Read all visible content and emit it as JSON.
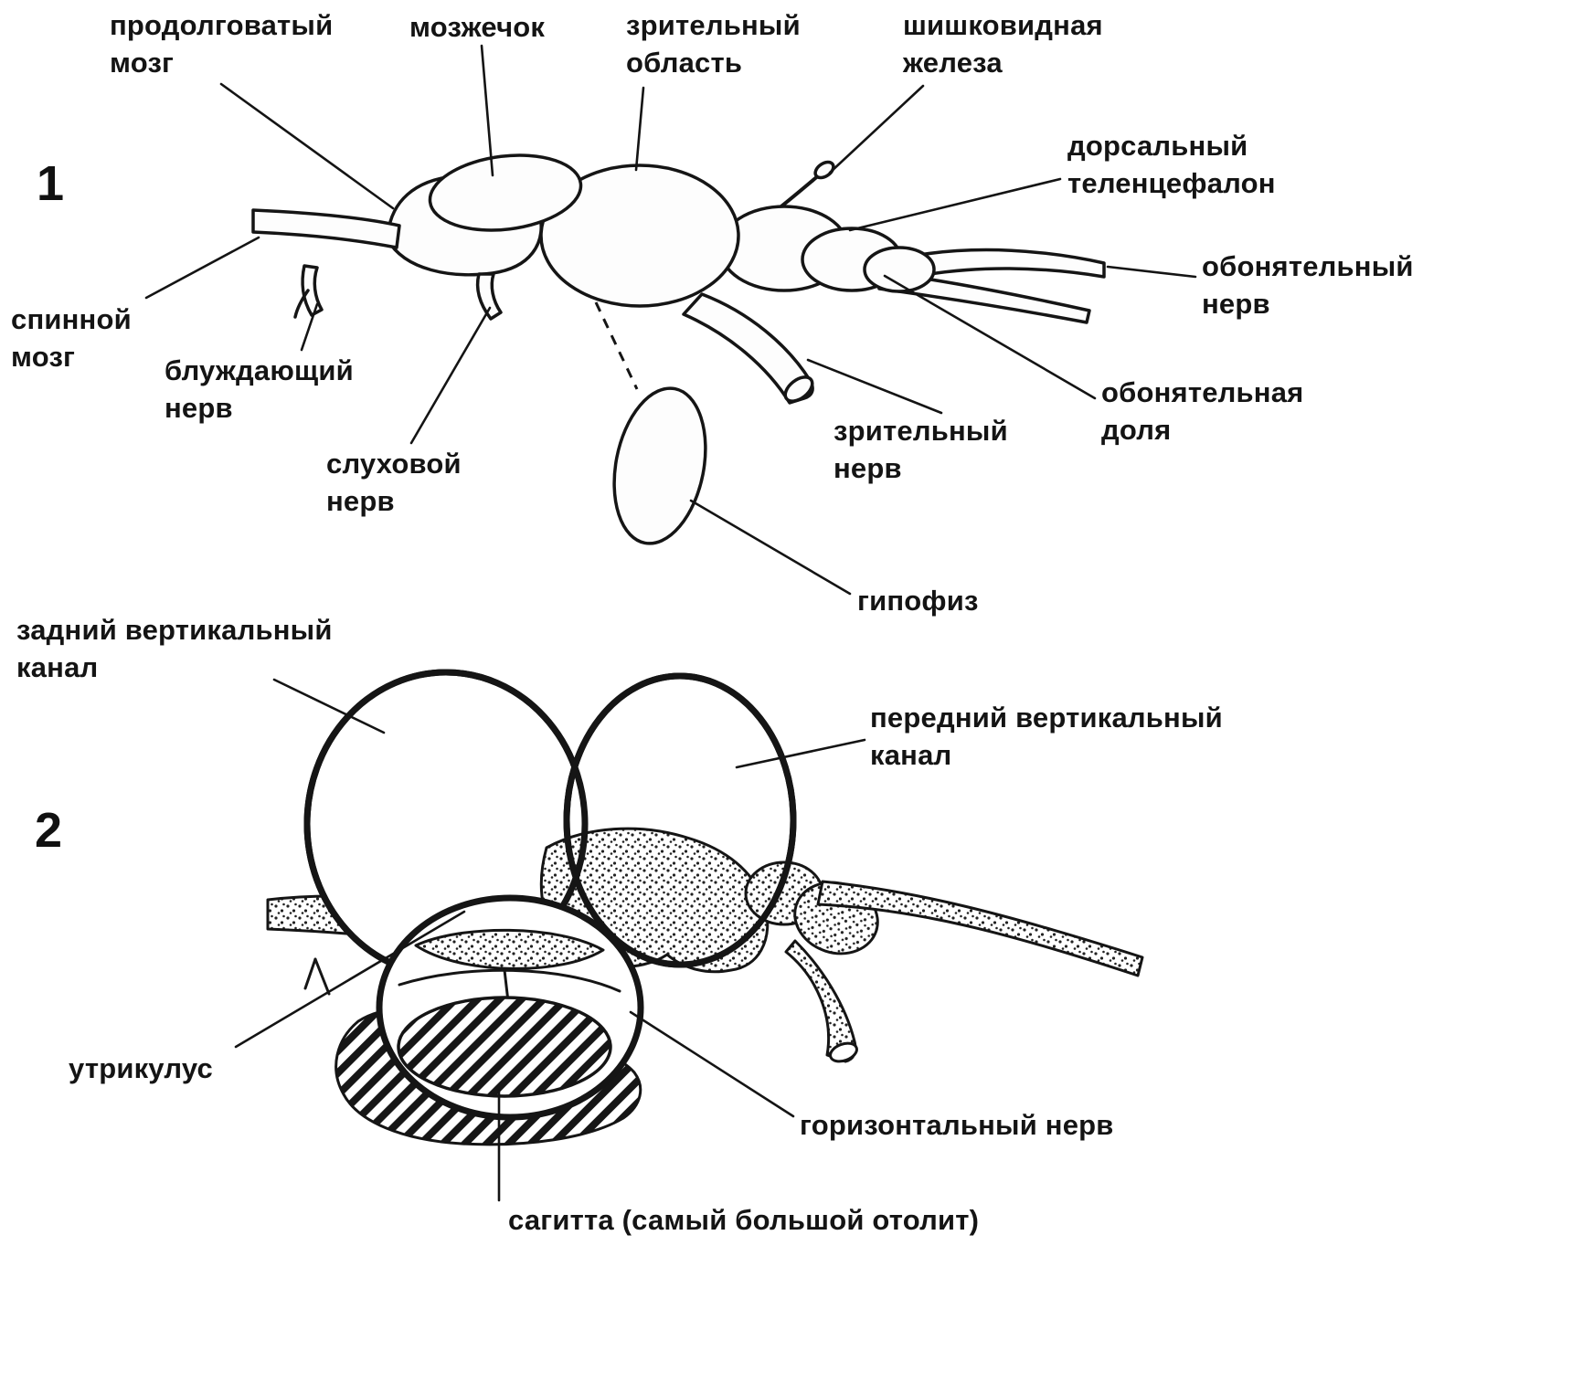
{
  "page": {
    "background": "#ffffff",
    "ink": "#151515"
  },
  "figure1": {
    "number": "1",
    "labels": {
      "medulla": "продолговатый\nмозг",
      "cerebellum": "мозжечок",
      "optic_region": "зрительный\nобласть",
      "pineal_gland": "шишковидная\nжелеза",
      "dorsal_telencephalon": "дорсальный\nтеленцефалон",
      "olfactory_nerve": "обонятельный\nнерв",
      "spinal_cord": "спинной\nмозг",
      "vagus_nerve": "блуждающий\nнерв",
      "auditory_nerve": "слуховой\nнерв",
      "optic_nerve": "зрительный\nнерв",
      "olfactory_lobe": "обонятельная\nдоля",
      "hypophysis": "гипофиз"
    }
  },
  "figure2": {
    "number": "2",
    "labels": {
      "posterior_vertical_canal": "задний вертикальный\nканал",
      "anterior_vertical_canal": "передний вертикальный\nканал",
      "utriculus": "утрикулус",
      "horizontal_nerve": "горизонтальный нерв",
      "sagitta": "сагитта (самый большой отолит)"
    }
  }
}
